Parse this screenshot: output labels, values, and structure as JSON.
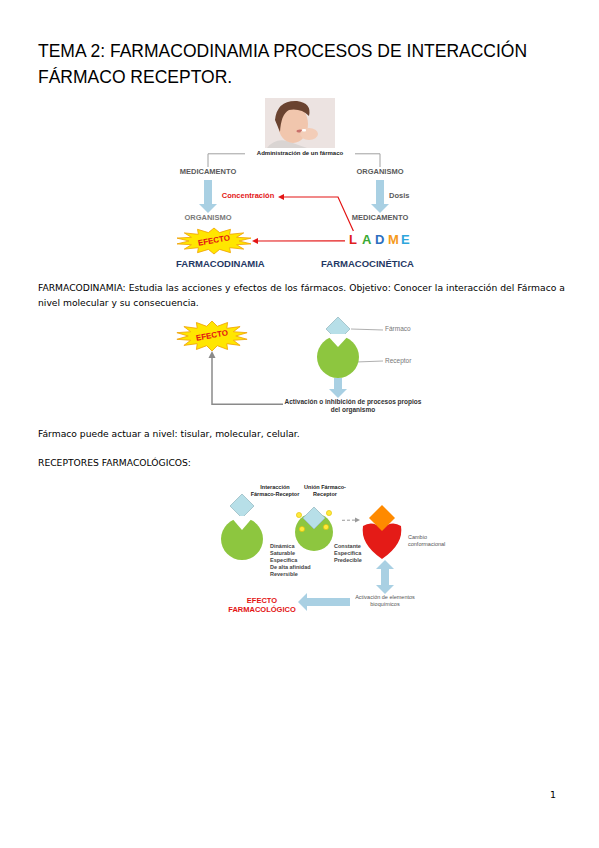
{
  "diagram": {
    "title": "TEMA 2: FARMACODINAMIA PROCESOS DE INTERACCIÓN FÁRMACO RECEPTOR.",
    "nodes": [
      {
        "text": [
          "Administración de un fármaco"
        ]
      },
      {
        "text": [
          "MEDICAMENTO"
        ]
      },
      {
        "text": [
          "ORGANISMO"
        ]
      },
      {
        "text": [
          "Concentración"
        ]
      },
      {
        "text": [
          "ORGANISMO"
        ]
      },
      {
        "text": [
          "MEDICAMENTO"
        ]
      },
      {
        "text": [
          "EFECTO"
        ]
      },
      {
        "text": [
          "L",
          "A",
          "D",
          "M",
          "E"
        ]
      },
      {
        "text": [
          "EFECTO"
        ]
      },
      {
        "text": [
          "Fármaco"
        ]
      },
      {
        "text": [
          "Receptor"
        ]
      },
      {
        "text": [
          "Activación o inhibición de procesos propios del organismo"
        ]
      },
      {
        "text": [
          "Interacción Fármaco-Receptor",
          "Dinámica",
          "Saturable",
          "Específica",
          "De alta afinidad",
          "Reversible"
        ]
      },
      {
        "text": [
          "Unión Fármaco-Receptor",
          "Constante",
          "Específica",
          "Predecible"
        ]
      },
      {
        "text": [
          "Cambio conformacional"
        ]
      },
      {
        "text": [
          "Activación de elementos bioquímicos"
        ]
      },
      {
        "text": [
          "EFECTO FARMACOLÓGICO"
        ]
      }
    ],
    "edges": [
      {
        "from": 0,
        "to": 1,
        "arrow": "none"
      },
      {
        "from": 0,
        "to": 2,
        "arrow": "none"
      },
      {
        "from": 1,
        "to": 4,
        "arrow": "to"
      },
      {
        "from": 2,
        "to": 5,
        "label": "Dosis",
        "arrow": "to"
      },
      {
        "from": 7,
        "to": 3,
        "arrow": "to"
      },
      {
        "from": 7,
        "to": 6,
        "arrow": "to"
      },
      {
        "from": 10,
        "to": 11,
        "arrow": "to"
      },
      {
        "from": 11,
        "to": 8,
        "arrow": "to"
      },
      {
        "from": 13,
        "to": 14,
        "arrow": "to"
      },
      {
        "from": 14,
        "to": 15,
        "arrow": "both"
      },
      {
        "from": 15,
        "to": 16,
        "arrow": "to"
      }
    ],
    "labels": [
      "FARMACODINAMIA",
      "FARMACOCINÉTICA",
      "FARMACODINAMIA: Estudia las acciones y efectos de los fármacos. Objetivo: Conocer la interacción del Fármaco a nivel molecular y su consecuencia.",
      "Fármaco puede actuar a nivel: tisular, molecular, celular.",
      "RECEPTORES FARMACOLÓGICOS:",
      "1"
    ]
  }
}
